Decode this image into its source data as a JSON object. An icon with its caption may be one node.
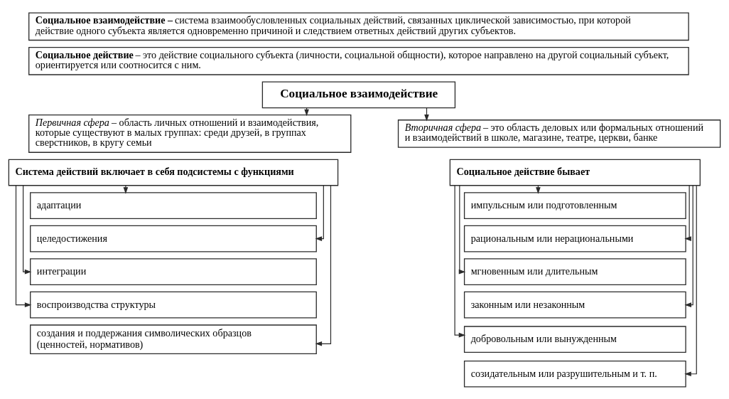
{
  "diagram": {
    "nodes": [
      {
        "text": [
          "**Социальное взаимодействие –** система взаимообусловленных социальных действий, связанных циклической зависимостью, при которой действие одного субъекта является одновременно причиной и следствием ответных действий других субъектов."
        ]
      },
      {
        "text": [
          "**Социальное действие** – это действие социального субъекта (личности, социальной общности), которое направлено на другой социальный субъект, ориентируется или соотносится с ним."
        ]
      },
      {
        "text": [
          "Социальное взаимодействие"
        ]
      },
      {
        "text": [
          "*Первичная сфера* – область личных отношений и взаимодействия, которые существуют в малых группах: среди друзей, в группах сверстников, в кругу семьи"
        ]
      },
      {
        "text": [
          "*Вторичная сфера* – это область деловых или формальных отношений и взаимодействий в школе, магазине, театре, церкви, банке"
        ]
      },
      {
        "text": [
          "Система действий включает в себя подсистемы с функциями"
        ]
      },
      {
        "text": [
          "адаптации"
        ]
      },
      {
        "text": [
          "целедостижения"
        ]
      },
      {
        "text": [
          "интеграции"
        ]
      },
      {
        "text": [
          "воспроизводства структуры"
        ]
      },
      {
        "text": [
          "создания и поддержания символических образцов (ценностей, нормативов)"
        ]
      },
      {
        "text": [
          "Социальное действие бывает"
        ]
      },
      {
        "text": [
          "импульсным или подготовленным"
        ]
      },
      {
        "text": [
          "рациональным или нерациональными"
        ]
      },
      {
        "text": [
          "мгновенным или длительным"
        ]
      },
      {
        "text": [
          "законным или незаконным"
        ]
      },
      {
        "text": [
          "добровольным или вынужденным"
        ]
      },
      {
        "text": [
          "созидательным или разрушительным и т. п."
        ]
      }
    ],
    "edges": [
      {
        "from": 2,
        "to": 3,
        "arrow": "to"
      },
      {
        "from": 2,
        "to": 4,
        "arrow": "to"
      },
      {
        "from": 5,
        "to": 6,
        "arrow": "to"
      },
      {
        "from": 5,
        "to": 7,
        "arrow": "to"
      },
      {
        "from": 5,
        "to": 8,
        "arrow": "to"
      },
      {
        "from": 5,
        "to": 9,
        "arrow": "to"
      },
      {
        "from": 5,
        "to": 10,
        "arrow": "to"
      },
      {
        "from": 11,
        "to": 12,
        "arrow": "to"
      },
      {
        "from": 11,
        "to": 13,
        "arrow": "to"
      },
      {
        "from": 11,
        "to": 14,
        "arrow": "to"
      },
      {
        "from": 11,
        "to": 15,
        "arrow": "to"
      },
      {
        "from": 11,
        "to": 16,
        "arrow": "to"
      },
      {
        "from": 11,
        "to": 17,
        "arrow": "to"
      }
    ]
  }
}
